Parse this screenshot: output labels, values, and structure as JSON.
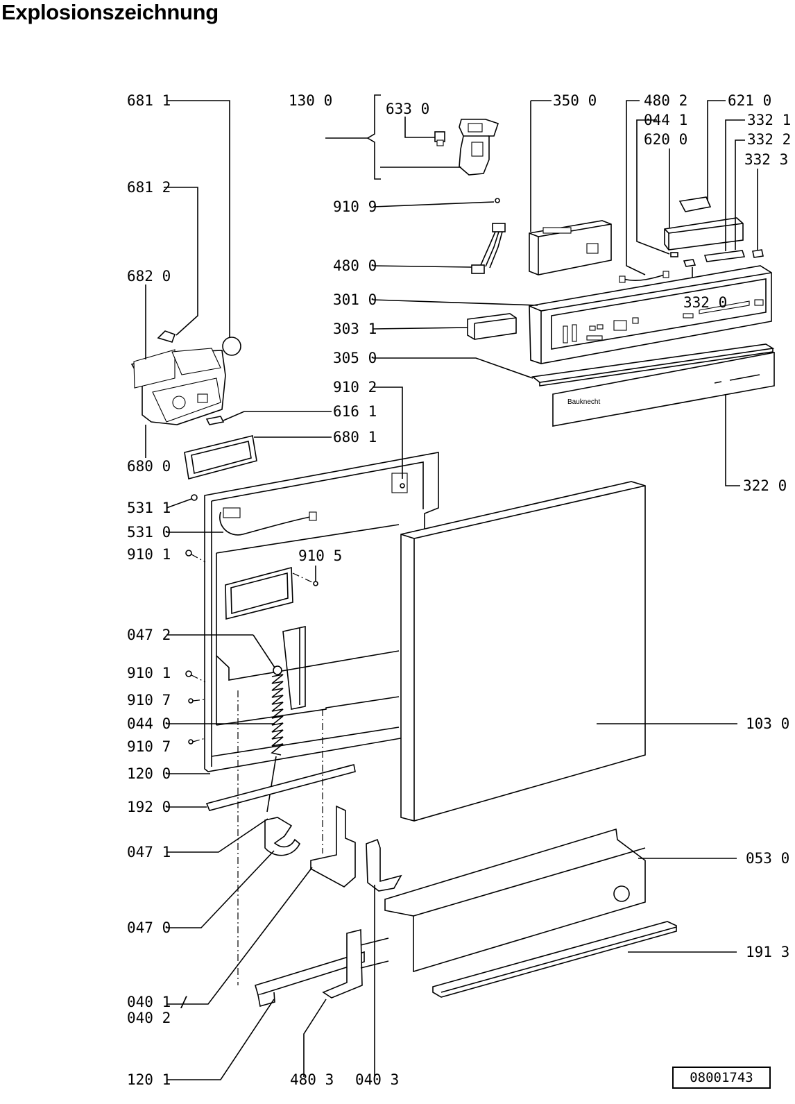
{
  "title": "Explosionszeichnung",
  "drawing_code": "08001743",
  "brand_text": "Bauknecht",
  "labels": {
    "681_1": "681 1",
    "130_0": "130 0",
    "633_0": "633 0",
    "350_0": "350 0",
    "480_2": "480 2",
    "621_0": "621 0",
    "044_1": "044 1",
    "332_1": "332 1",
    "620_0": "620 0",
    "332_2": "332 2",
    "332_3": "332 3",
    "681_2": "681 2",
    "910_9": "910 9",
    "480_0": "480 0",
    "682_0": "682 0",
    "332_0": "332 0",
    "301_0": "301 0",
    "303_1": "303 1",
    "305_0": "305 0",
    "910_2": "910 2",
    "616_1": "616 1",
    "680_1": "680 1",
    "680_0": "680 0",
    "322_0": "322 0",
    "531_1": "531 1",
    "531_0": "531 0",
    "910_1a": "910 1",
    "910_5": "910 5",
    "047_2": "047 2",
    "910_1b": "910 1",
    "910_7a": "910 7",
    "044_0": "044 0",
    "103_0": "103 0",
    "910_7b": "910 7",
    "120_0": "120 0",
    "192_0": "192 0",
    "047_1": "047 1",
    "053_0": "053 0",
    "047_0": "047 0",
    "191_3": "191 3",
    "040_1": "040 1 /",
    "040_2": "040 2",
    "120_1": "120 1",
    "480_3": "480 3",
    "040_3": "040 3"
  }
}
